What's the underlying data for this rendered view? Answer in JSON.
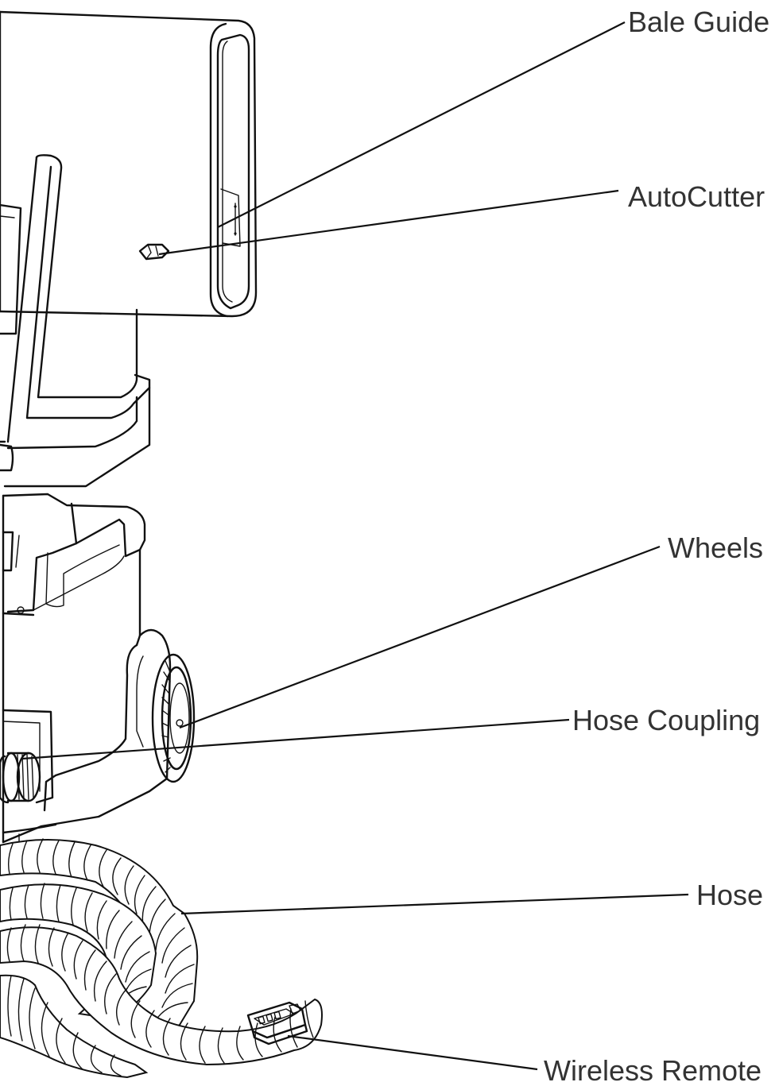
{
  "callouts": {
    "bale_guide": "Bale Guide",
    "autocutter": "AutoCutter",
    "wheels": "Wheels",
    "hose_coupling": "Hose Coupling",
    "hose": "Hose",
    "wireless_remote": "Wireless Remote"
  }
}
